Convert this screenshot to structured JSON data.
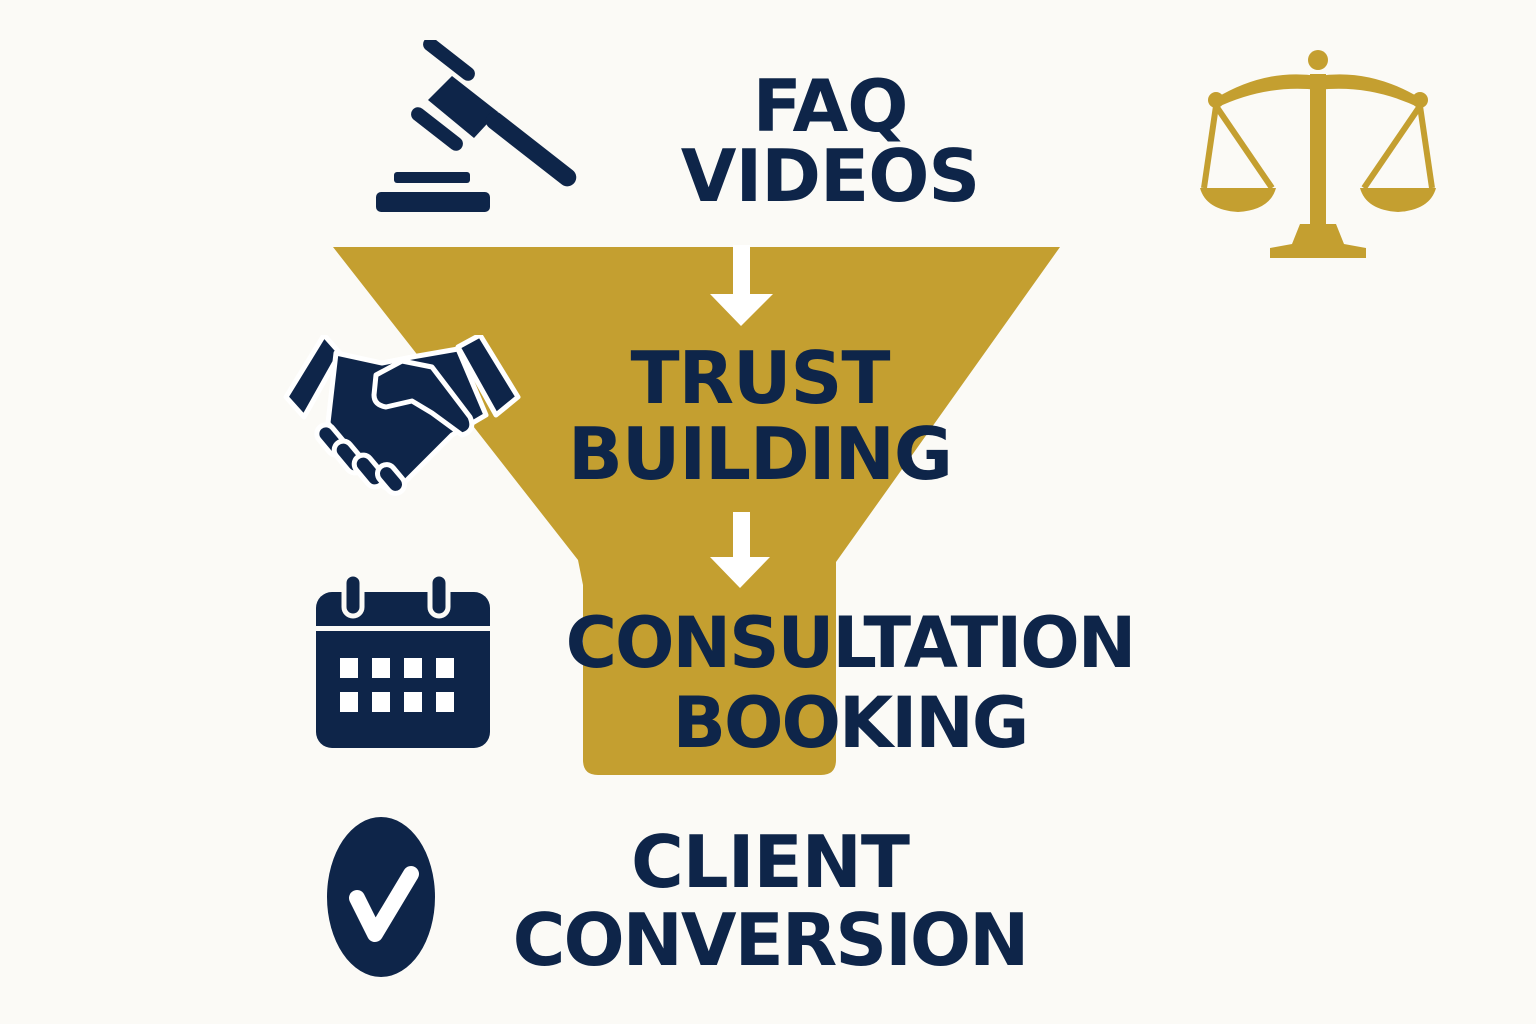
{
  "colors": {
    "background": "#fbfaf6",
    "navy": "#0e2549",
    "gold": "#c49f30",
    "white": "#ffffff"
  },
  "stages": [
    {
      "id": "faq-videos",
      "line1": "FAQ",
      "line2": "VIDEOS",
      "icon": "gavel-icon"
    },
    {
      "id": "trust-building",
      "line1": "TRUST",
      "line2": "BUILDING",
      "icon": "handshake-icon"
    },
    {
      "id": "consultation-booking",
      "line1": "CONSULTATION",
      "line2": "BOOKING",
      "icon": "calendar-icon"
    },
    {
      "id": "client-conversion",
      "line1": "CLIENT",
      "line2": "CONVERSION",
      "icon": "checkmark-circle-icon"
    }
  ],
  "decorations": {
    "corner_icon": "scales-of-justice-icon",
    "funnel": "funnel-shape",
    "arrows": [
      "down-arrow-icon",
      "down-arrow-icon"
    ]
  }
}
